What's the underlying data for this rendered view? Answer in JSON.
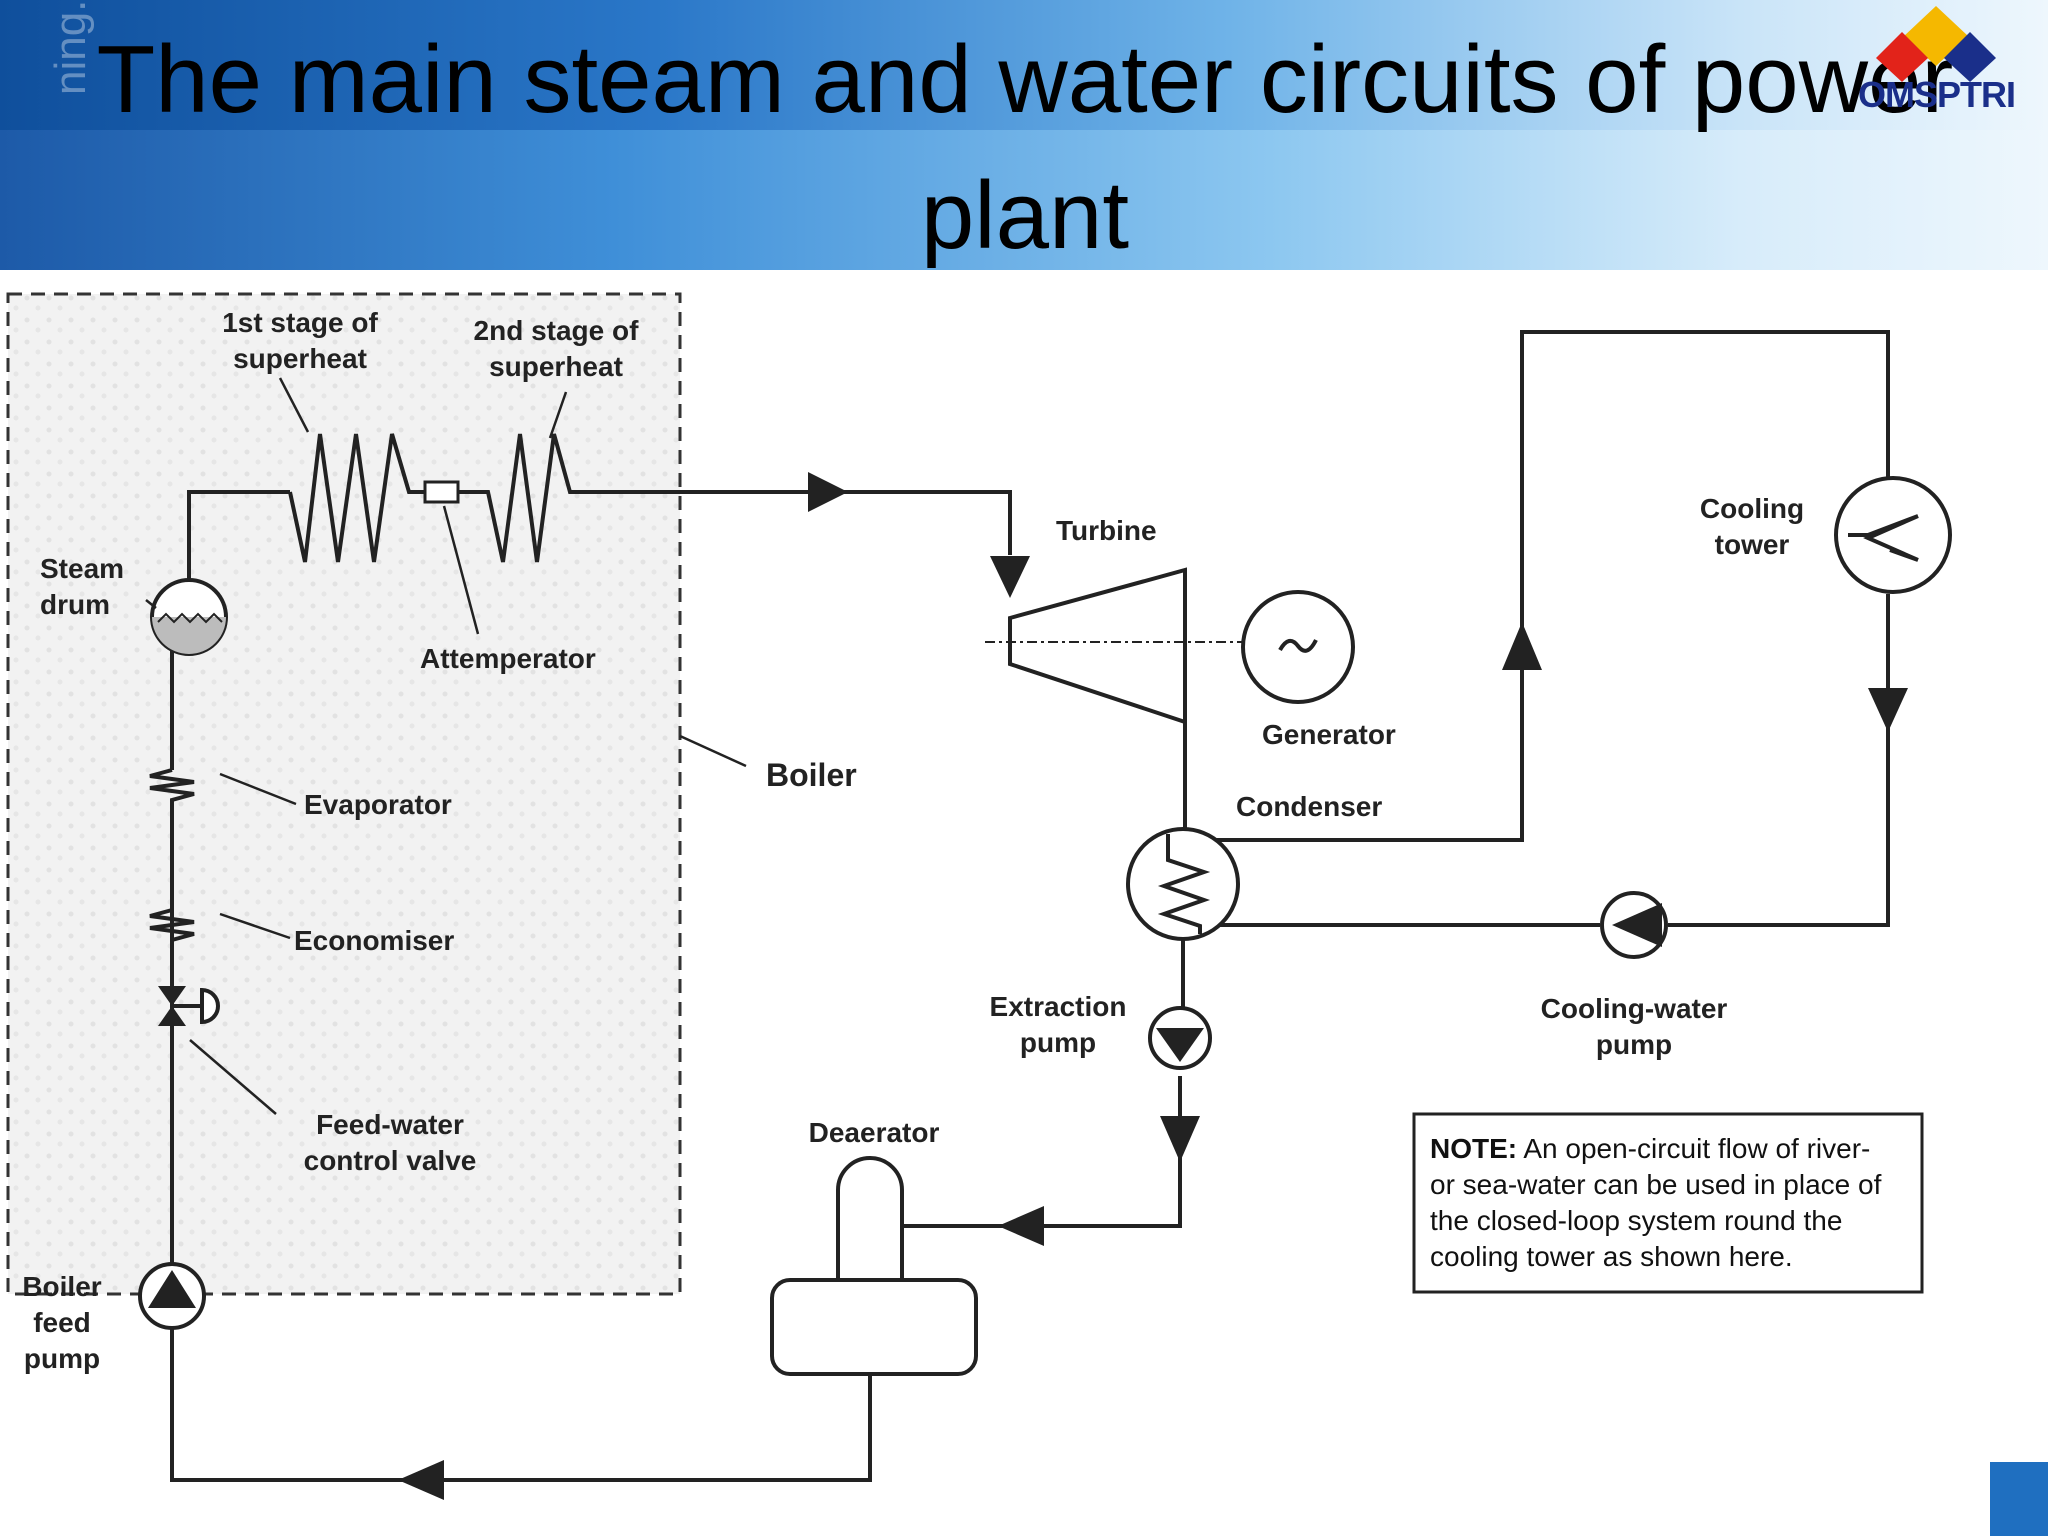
{
  "header": {
    "title": "The main steam and water circuits of power plant",
    "watermark": "ning.net",
    "logo_text": "OMSPTRI"
  },
  "colors": {
    "header_dark": "#0f4f9c",
    "header_light": "#d7ecfa",
    "logo_red": "#e2231a",
    "logo_yellow": "#f5b800",
    "logo_blue": "#1a2f8a",
    "line": "#222222",
    "corner_accent": "#1f6fc0"
  },
  "diagram": {
    "labels": {
      "stage1": [
        "1st stage of",
        "superheat"
      ],
      "stage2": [
        "2nd stage of",
        "superheat"
      ],
      "steam_drum": [
        "Steam",
        "drum"
      ],
      "attemperator": "Attemperator",
      "evaporator": "Evaporator",
      "economiser": "Economiser",
      "feed_water_valve": [
        "Feed-water",
        "control valve"
      ],
      "boiler": "Boiler",
      "boiler_feed_pump": [
        "Boiler",
        "feed",
        "pump"
      ],
      "turbine": "Turbine",
      "generator": "Generator",
      "condenser": "Condenser",
      "extraction_pump": [
        "Extraction",
        "pump"
      ],
      "deaerator": "Deaerator",
      "cooling_tower": [
        "Cooling",
        "tower"
      ],
      "cooling_water_pump": [
        "Cooling-water",
        "pump"
      ]
    },
    "note": {
      "bold": "NOTE:",
      "lines": [
        " An open-circuit flow of river-",
        "or sea-water can be used in place of",
        "the closed-loop system round the",
        "cooling tower as shown here."
      ]
    },
    "icons": [
      "tilde-icon",
      "pump-icon",
      "valve-icon",
      "heat-exchanger-icon",
      "flow-arrow-icon"
    ]
  }
}
